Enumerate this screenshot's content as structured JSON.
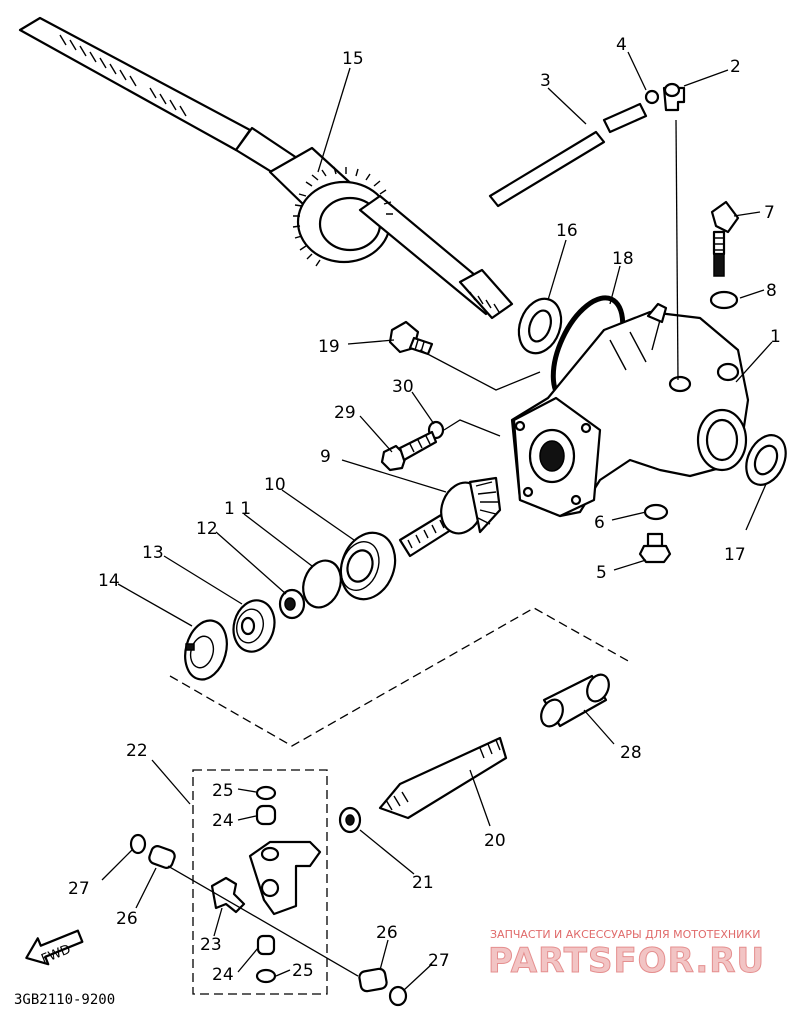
{
  "diagram": {
    "footer_code": "3GB2110-9200",
    "fwd_label": "FWD",
    "group_label": "22",
    "watermark": {
      "tagline": "ЗАПЧАСТИ И АКСЕССУАРЫ ДЛЯ МОТОТЕХНИКИ",
      "brand": "PARTSFOR.RU"
    },
    "callouts": [
      {
        "id": "c1",
        "text": "1"
      },
      {
        "id": "c2",
        "text": "2"
      },
      {
        "id": "c3",
        "text": "3"
      },
      {
        "id": "c4",
        "text": "4"
      },
      {
        "id": "c5",
        "text": "5"
      },
      {
        "id": "c6",
        "text": "6"
      },
      {
        "id": "c7",
        "text": "7"
      },
      {
        "id": "c8",
        "text": "8"
      },
      {
        "id": "c9",
        "text": "9"
      },
      {
        "id": "c10",
        "text": "10"
      },
      {
        "id": "c11",
        "text": "1 1"
      },
      {
        "id": "c12",
        "text": "12"
      },
      {
        "id": "c13",
        "text": "13"
      },
      {
        "id": "c14",
        "text": "14"
      },
      {
        "id": "c15",
        "text": "15"
      },
      {
        "id": "c16",
        "text": "16"
      },
      {
        "id": "c17",
        "text": "17"
      },
      {
        "id": "c18",
        "text": "18"
      },
      {
        "id": "c19",
        "text": "19"
      },
      {
        "id": "c20",
        "text": "20"
      },
      {
        "id": "c21",
        "text": "21"
      },
      {
        "id": "c23",
        "text": "23"
      },
      {
        "id": "c24a",
        "text": "24"
      },
      {
        "id": "c24b",
        "text": "24"
      },
      {
        "id": "c25a",
        "text": "25"
      },
      {
        "id": "c25b",
        "text": "25"
      },
      {
        "id": "c26a",
        "text": "26"
      },
      {
        "id": "c26b",
        "text": "26"
      },
      {
        "id": "c27a",
        "text": "27"
      },
      {
        "id": "c27b",
        "text": "27"
      },
      {
        "id": "c28",
        "text": "28"
      },
      {
        "id": "c29",
        "text": "29"
      },
      {
        "id": "c30",
        "text": "30"
      }
    ]
  }
}
